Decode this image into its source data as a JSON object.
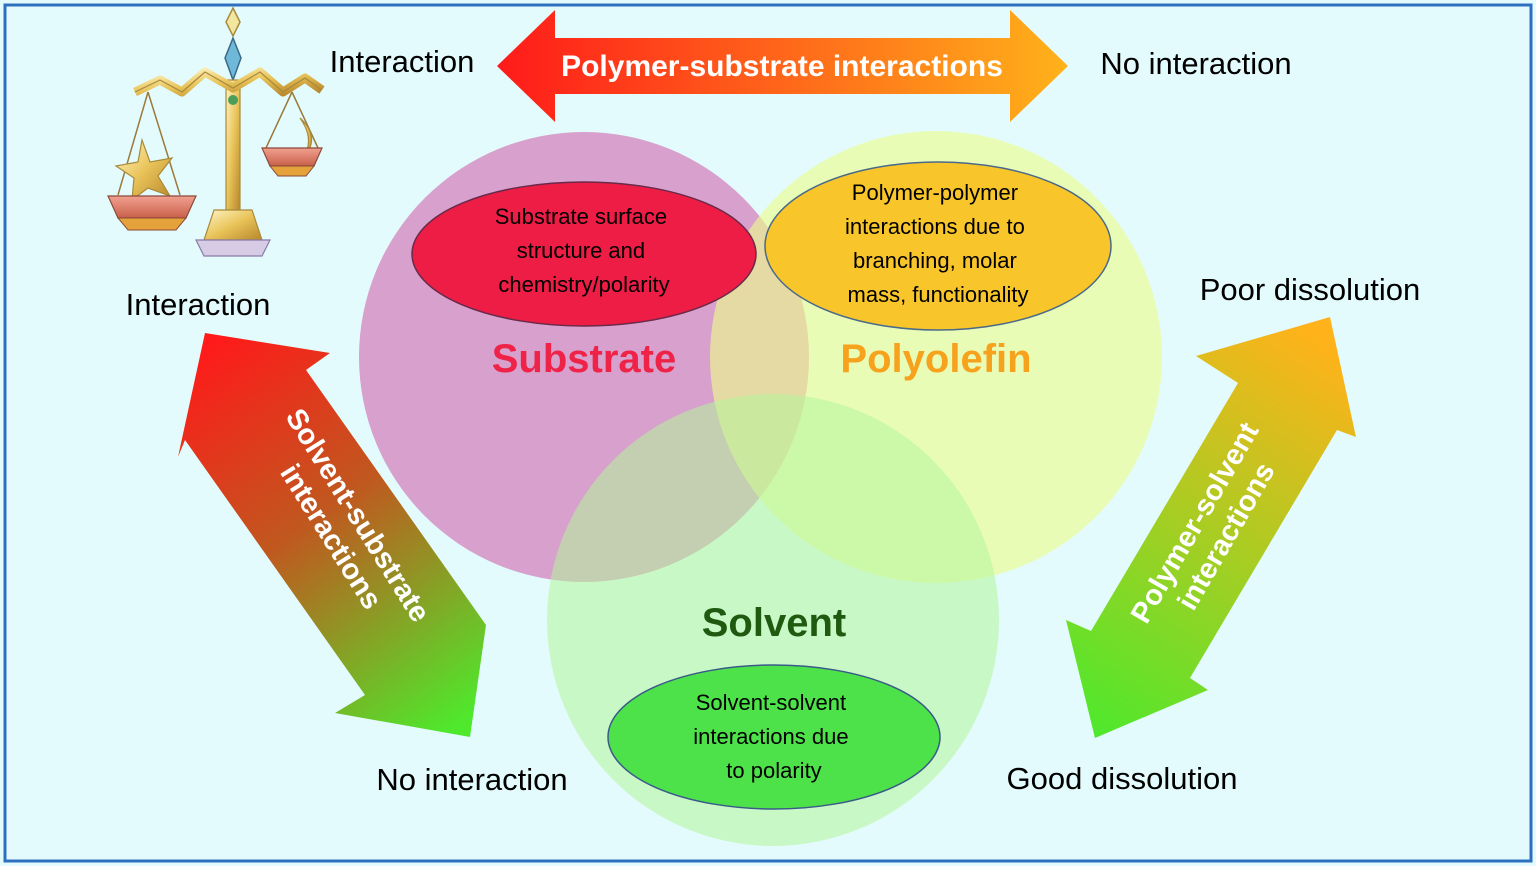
{
  "colors": {
    "background": "#e3fbfc",
    "frame": "#2f6fc0",
    "substrate_circle": "#d58fc4",
    "polyolefin_circle": "#eefc8a",
    "solvent_circle": "#b5f59a",
    "substrate_title": "#ef2348",
    "polyolefin_title": "#f6a21c",
    "solvent_title": "#1f5a10",
    "substrate_ellipse": "#ee1d45",
    "polyolefin_ellipse": "#f8c62a",
    "solvent_ellipse": "#4de24a",
    "arrow_red": "#ff1a1a",
    "arrow_orange": "#ffb21a",
    "arrow_green": "#4fe82c"
  },
  "icons": {
    "scale": "balance-scale-icon"
  },
  "top_arrow": {
    "label": "Polymer-substrate interactions",
    "left_end": "Interaction",
    "right_end": "No interaction"
  },
  "left_arrow": {
    "label_line1": "Solvent-substrate",
    "label_line2": "interactions",
    "top_end": "Interaction",
    "bottom_end": "No interaction"
  },
  "right_arrow": {
    "label_line1": "Polymer-solvent",
    "label_line2": "interactions",
    "top_end": "Poor dissolution",
    "bottom_end": "Good dissolution"
  },
  "circles": {
    "substrate": {
      "title": "Substrate",
      "detail": [
        "Substrate surface",
        "structure and",
        "chemistry/polarity"
      ]
    },
    "polyolefin": {
      "title": "Polyolefin",
      "detail": [
        "Polymer-polymer",
        "interactions due to",
        "branching, molar",
        "mass, functionality"
      ]
    },
    "solvent": {
      "title": "Solvent",
      "detail": [
        "Solvent-solvent",
        "interactions due",
        "to polarity"
      ]
    }
  }
}
